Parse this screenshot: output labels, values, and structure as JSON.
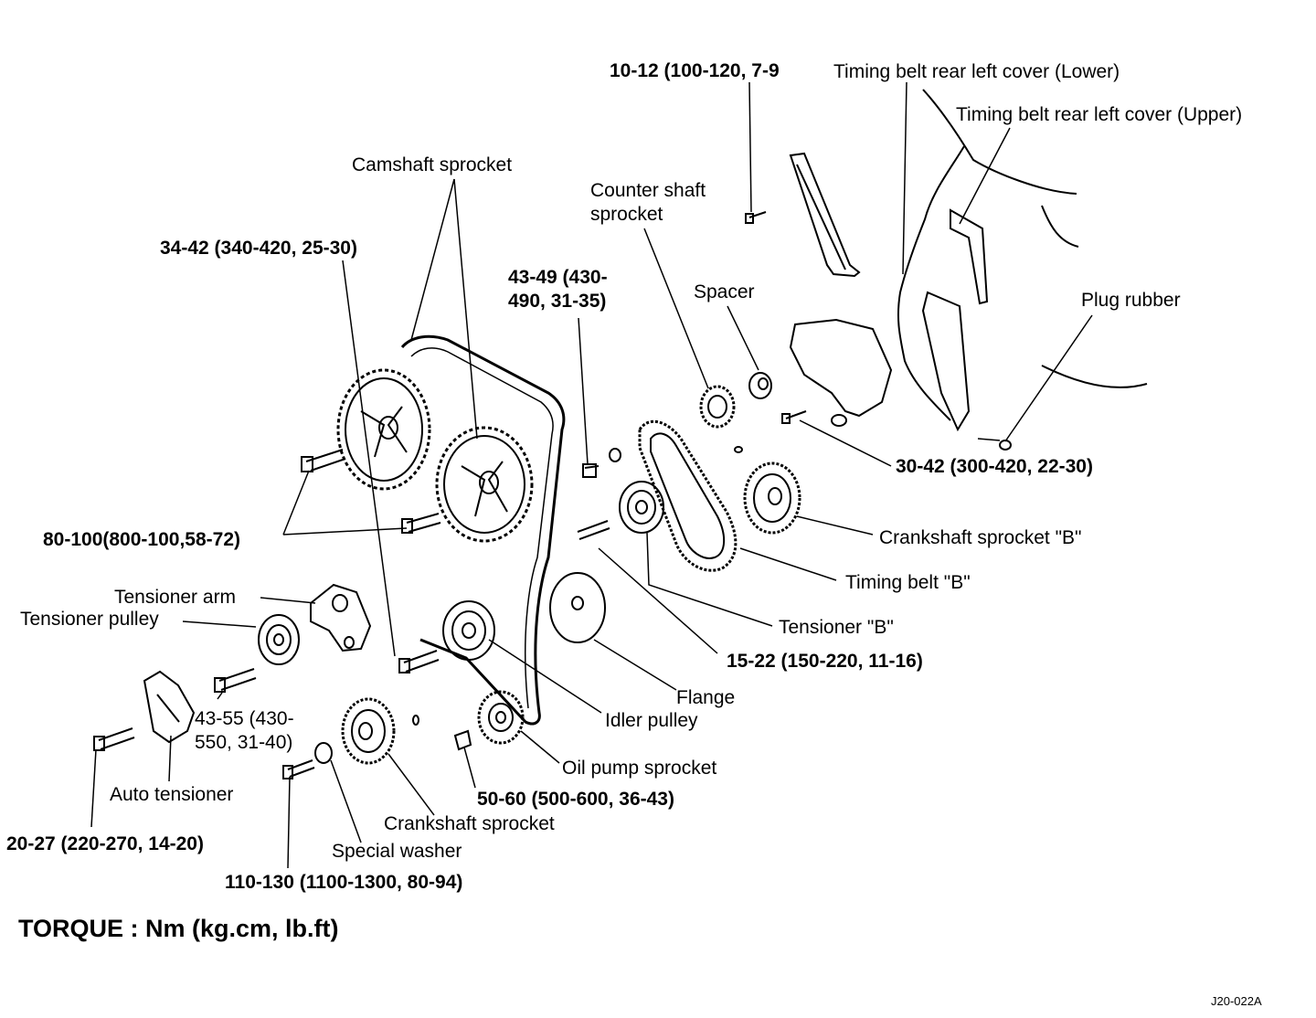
{
  "labels": {
    "torque_1012": "10-12 (100-120, 7-9",
    "rear_cover_lower": "Timing belt rear left cover (Lower)",
    "rear_cover_upper": "Timing belt rear left cover (Upper)",
    "camshaft_sprocket": "Camshaft sprocket",
    "counter_shaft_sprocket": "Counter shaft\nsprocket",
    "torque_3442": "34-42 (340-420, 25-30)",
    "torque_4349": "43-49 (430-\n490, 31-35)",
    "spacer": "Spacer",
    "plug_rubber": "Plug rubber",
    "torque_3042": "30-42 (300-420, 22-30)",
    "torque_80100": "80-100(800-100,58-72)",
    "crankshaft_sprocket_b": "Crankshaft sprocket \"B\"",
    "timing_belt_b": "Timing belt \"B\"",
    "tensioner_arm": "Tensioner arm",
    "tensioner_pulley": "Tensioner pulley",
    "tensioner_b": "Tensioner \"B\"",
    "torque_1522": "15-22 (150-220, 11-16)",
    "flange": "Flange",
    "torque_4355": "43-55 (430-\n550, 31-40)",
    "idler_pulley": "Idler pulley",
    "oil_pump_sprocket": "Oil pump sprocket",
    "auto_tensioner": "Auto tensioner",
    "torque_5060": "50-60 (500-600, 36-43)",
    "crankshaft_sprocket": "Crankshaft sprocket",
    "torque_2027": "20-27 (220-270, 14-20)",
    "special_washer": "Special washer",
    "torque_110130": "110-130 (1100-1300, 80-94)"
  },
  "footer": {
    "torque_units": "TORQUE : Nm (kg.cm, lb.ft)",
    "figure_code": "J20-022A"
  }
}
